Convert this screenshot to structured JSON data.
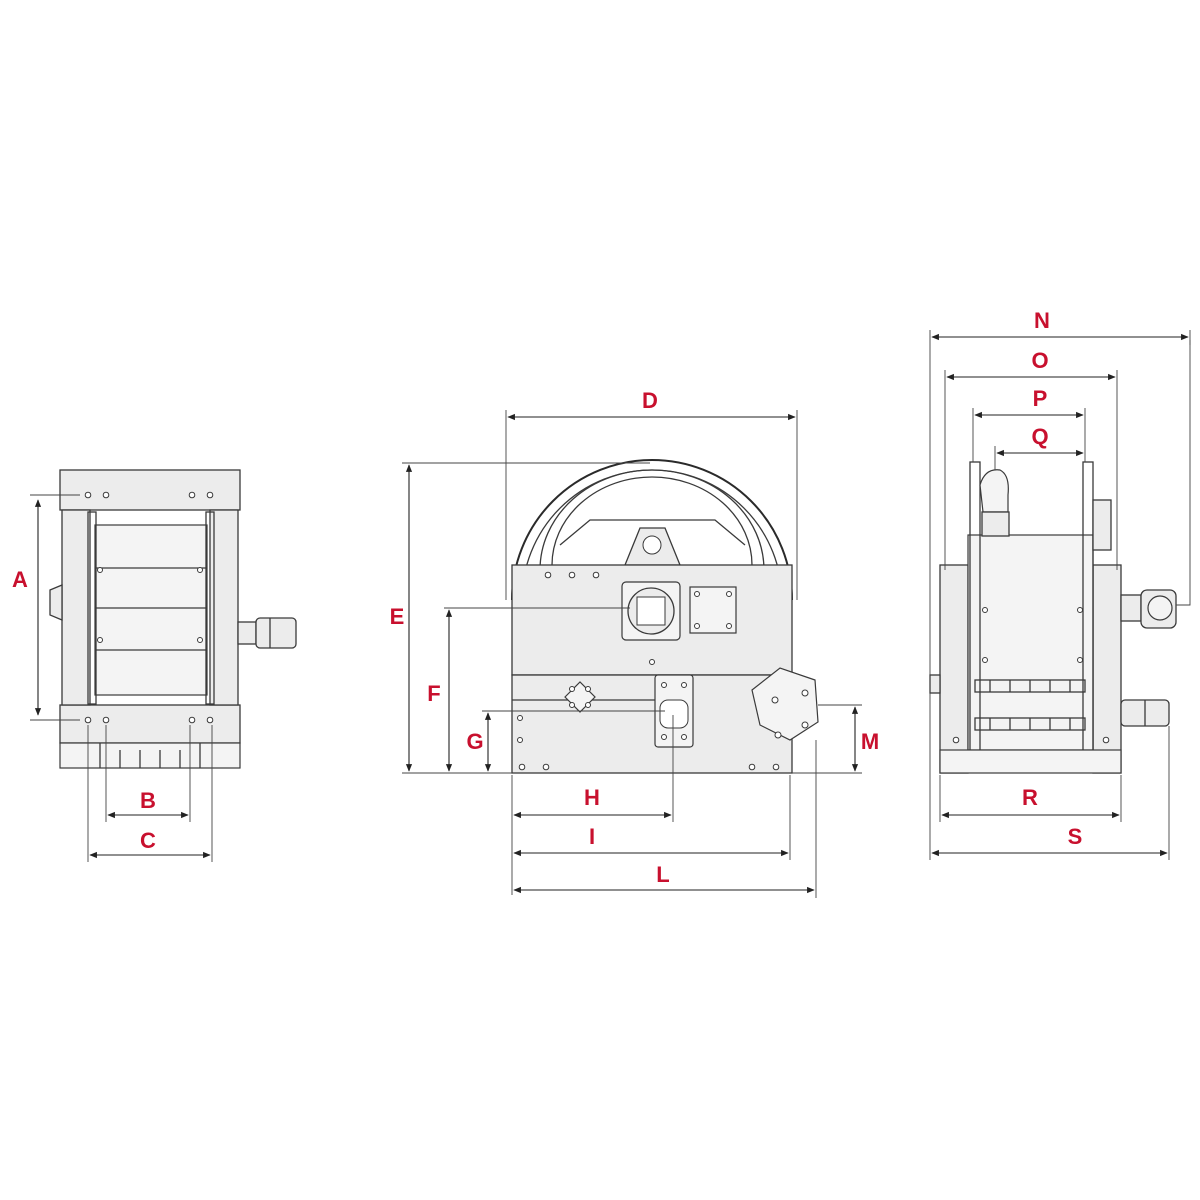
{
  "colors": {
    "label": "#c8102e",
    "line": "#3a3a3a",
    "fill": "#ececec"
  },
  "labels": {
    "A": "A",
    "B": "B",
    "C": "C",
    "D": "D",
    "E": "E",
    "F": "F",
    "G": "G",
    "H": "H",
    "I": "I",
    "L": "L",
    "M": "M",
    "N": "N",
    "O": "O",
    "P": "P",
    "Q": "Q",
    "R": "R",
    "S": "S"
  }
}
